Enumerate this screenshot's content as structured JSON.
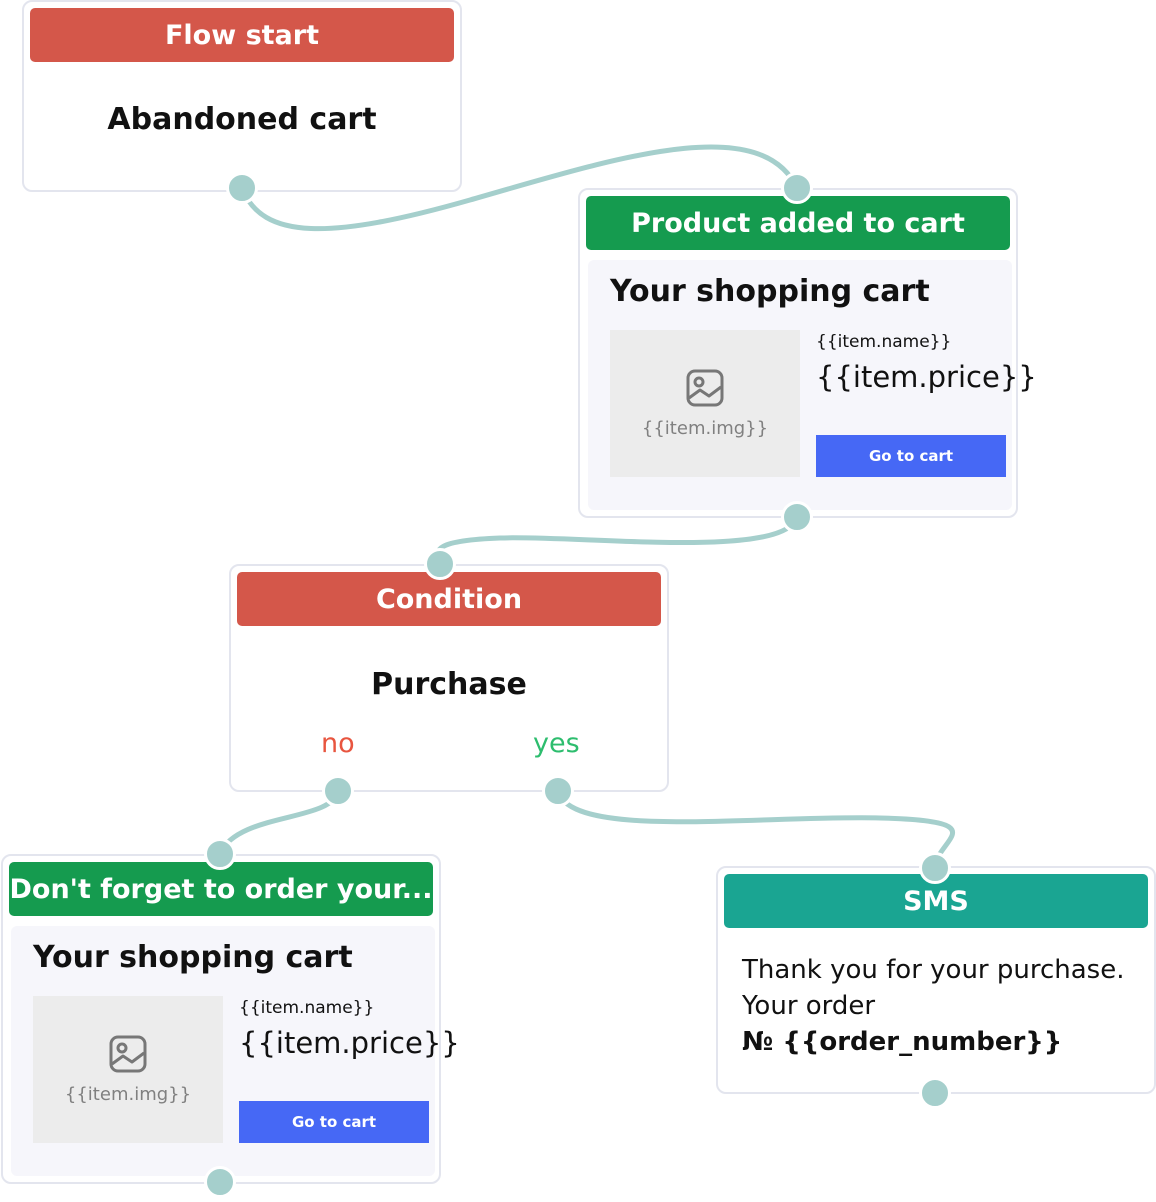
{
  "colors": {
    "connector": "#a5cfcc",
    "header_red": "#d4574a",
    "header_green": "#159b4f",
    "header_teal": "#1aa592",
    "button_blue": "#4668f5",
    "no_label": "#e8553f",
    "yes_label": "#2dbd6e"
  },
  "flow_start": {
    "header": "Flow start",
    "title": "Abandoned cart"
  },
  "product_added": {
    "header": "Product added to cart",
    "card_title": "Your shopping cart",
    "image_placeholder": "{{item.img}}",
    "item_name": "{{item.name}}",
    "item_price": "{{item.price}}",
    "button_label": "Go to cart"
  },
  "condition": {
    "header": "Condition",
    "title": "Purchase",
    "no_label": "no",
    "yes_label": "yes"
  },
  "reminder": {
    "header": "Don't forget to order your...",
    "card_title": "Your shopping cart",
    "image_placeholder": "{{item.img}}",
    "item_name": "{{item.name}}",
    "item_price": "{{item.price}}",
    "button_label": "Go to cart"
  },
  "sms": {
    "header": "SMS",
    "line1": "Thank you for your purchase.",
    "line2": "Your order",
    "line3": "№ {{order_number}}"
  }
}
